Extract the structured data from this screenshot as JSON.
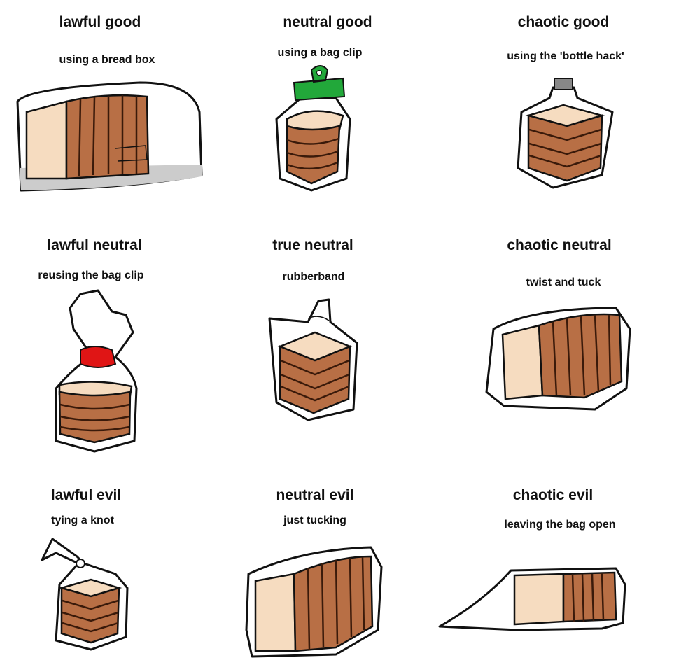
{
  "cells": [
    {
      "title": "lawful good",
      "caption": "using a bread box"
    },
    {
      "title": "neutral good",
      "caption": "using a bag clip"
    },
    {
      "title": "chaotic good",
      "caption": "using the 'bottle hack'"
    },
    {
      "title": "lawful neutral",
      "caption": "reusing the bag clip"
    },
    {
      "title": "true neutral",
      "caption": "rubberband"
    },
    {
      "title": "chaotic neutral",
      "caption": "twist and tuck"
    },
    {
      "title": "lawful evil",
      "caption": "tying a knot"
    },
    {
      "title": "neutral evil",
      "caption": "just tucking"
    },
    {
      "title": "chaotic evil",
      "caption": "leaving the bag open"
    }
  ],
  "colors": {
    "crust": "#b86f45",
    "crumb": "#f6dcc0",
    "clip_green": "#22a83a",
    "clip_red": "#e01515"
  }
}
